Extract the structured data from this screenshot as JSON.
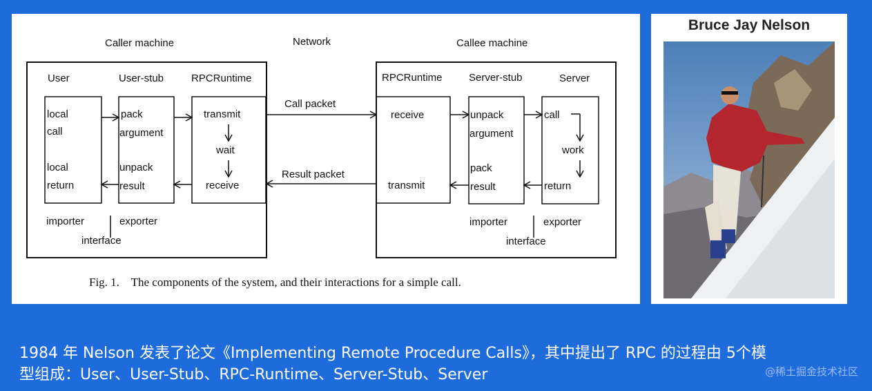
{
  "diagram": {
    "caller_title": "Caller machine",
    "network_title": "Network",
    "callee_title": "Callee machine",
    "caller": {
      "user": {
        "title": "User",
        "lines": [
          "local",
          "call",
          "local",
          "return"
        ]
      },
      "user_stub": {
        "title": "User-stub",
        "lines": [
          "pack",
          "argument",
          "unpack",
          "result"
        ]
      },
      "rpc_runtime": {
        "title": "RPCRuntime",
        "lines": [
          "transmit",
          "wait",
          "receive"
        ]
      },
      "importer": "importer",
      "exporter": "exporter",
      "interface": "interface"
    },
    "callee": {
      "rpc_runtime": {
        "title": "RPCRuntime",
        "lines": [
          "receive",
          "transmit"
        ]
      },
      "server_stub": {
        "title": "Server-stub",
        "lines": [
          "unpack",
          "argument",
          "pack",
          "result"
        ]
      },
      "server": {
        "title": "Server",
        "lines": [
          "call",
          "work",
          "return"
        ]
      },
      "importer": "importer",
      "exporter": "exporter",
      "interface": "interface"
    },
    "call_packet": "Call packet",
    "result_packet": "Result packet",
    "fig_caption": "Fig. 1.    The components of the system, and their interactions for a simple call."
  },
  "photo": {
    "title": "Bruce Jay Nelson"
  },
  "caption": {
    "line1": "1984 年 Nelson 发表了论文《Implementing Remote Procedure Calls》，其中提出了 RPC 的过程由 5个模",
    "line2": "型组成：User、User-Stub、RPC-Runtime、Server-Stub、Server"
  },
  "watermark": "@稀土掘金技术社区",
  "colors": {
    "background": "#1E6BDB",
    "panel": "#FFFFFF",
    "ink": "#111111"
  }
}
